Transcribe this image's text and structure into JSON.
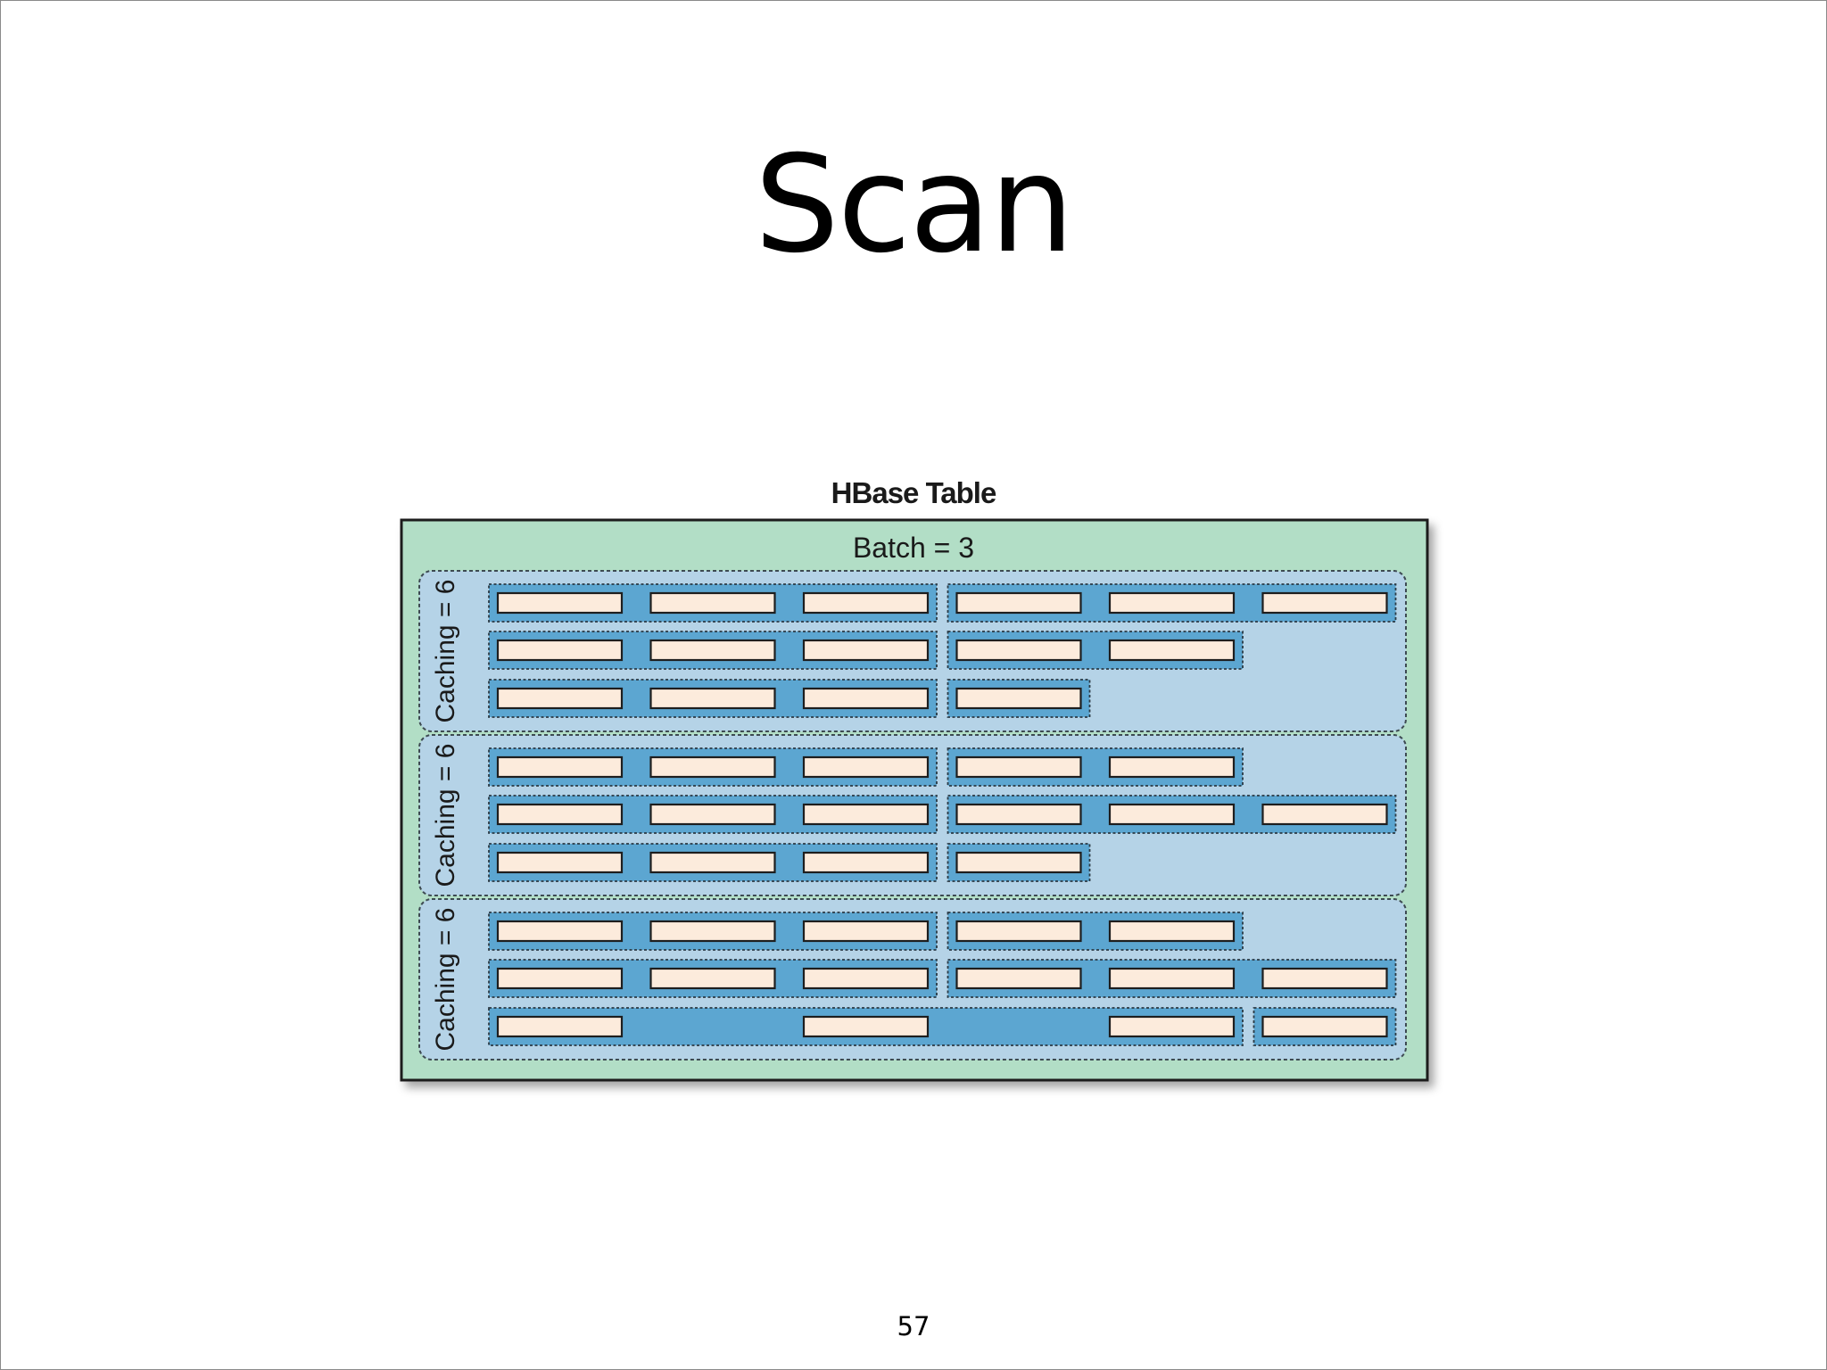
{
  "slide": {
    "title": "Scan",
    "page_number": "57"
  },
  "diagram": {
    "table_label": "HBase Table",
    "batch_label": "Batch = 3",
    "colors": {
      "table_fill": "#b2dec6",
      "group_fill": "#b5d3e7",
      "batch_fill": "#5ca6d1",
      "cell_fill": "#fcebdc",
      "outline": "#1e1e1e"
    },
    "groups": [
      {
        "caching_label": "Caching = 6",
        "rows": [
          {
            "cells": [
              true,
              true,
              true,
              true,
              true,
              true
            ],
            "batch_splits": [
              3
            ]
          },
          {
            "cells": [
              true,
              true,
              true,
              true,
              true
            ],
            "batch_splits": [
              3
            ]
          },
          {
            "cells": [
              true,
              true,
              true,
              true
            ],
            "batch_splits": [
              3
            ]
          }
        ]
      },
      {
        "caching_label": "Caching = 6",
        "rows": [
          {
            "cells": [
              true,
              true,
              true,
              true,
              true
            ],
            "batch_splits": [
              3
            ]
          },
          {
            "cells": [
              true,
              true,
              true,
              true,
              true,
              true
            ],
            "batch_splits": [
              3
            ]
          },
          {
            "cells": [
              true,
              true,
              true,
              true
            ],
            "batch_splits": [
              3
            ]
          }
        ]
      },
      {
        "caching_label": "Caching = 6",
        "rows": [
          {
            "cells": [
              true,
              true,
              true,
              true,
              true
            ],
            "batch_splits": [
              3
            ]
          },
          {
            "cells": [
              true,
              true,
              true,
              true,
              true,
              true
            ],
            "batch_splits": [
              3
            ]
          },
          {
            "cells": [
              true,
              false,
              true,
              false,
              true,
              true
            ],
            "batch_splits": [
              5
            ]
          }
        ]
      }
    ]
  }
}
